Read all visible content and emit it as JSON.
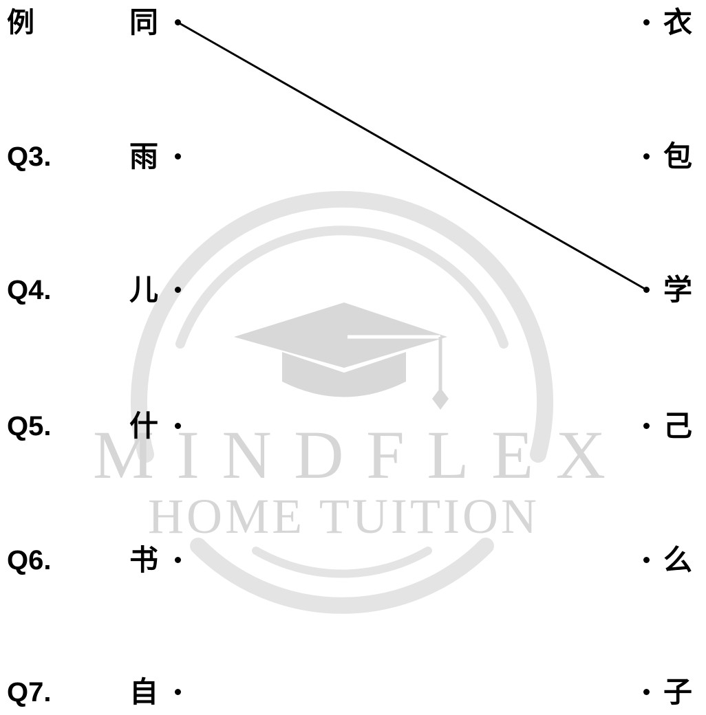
{
  "rows": [
    {
      "label": "例",
      "left": "同",
      "right": "衣"
    },
    {
      "label": "Q3.",
      "left": "雨",
      "right": "包"
    },
    {
      "label": "Q4.",
      "left": "儿",
      "right": "学"
    },
    {
      "label": "Q5.",
      "left": "什",
      "right": "己"
    },
    {
      "label": "Q6.",
      "left": "书",
      "right": "么"
    },
    {
      "label": "Q7.",
      "left": "自",
      "right": "子"
    }
  ],
  "connections": [
    {
      "from_row": 0,
      "to_row": 2
    }
  ],
  "watermark": {
    "line1": "MINDFLEX",
    "line2": "HOME TUITION",
    "icon": "graduation-cap-icon"
  },
  "colors": {
    "ink": "#000000",
    "watermark": "#d8d8d8",
    "watermark_rings": "#e4e4e4",
    "background": "#ffffff"
  }
}
